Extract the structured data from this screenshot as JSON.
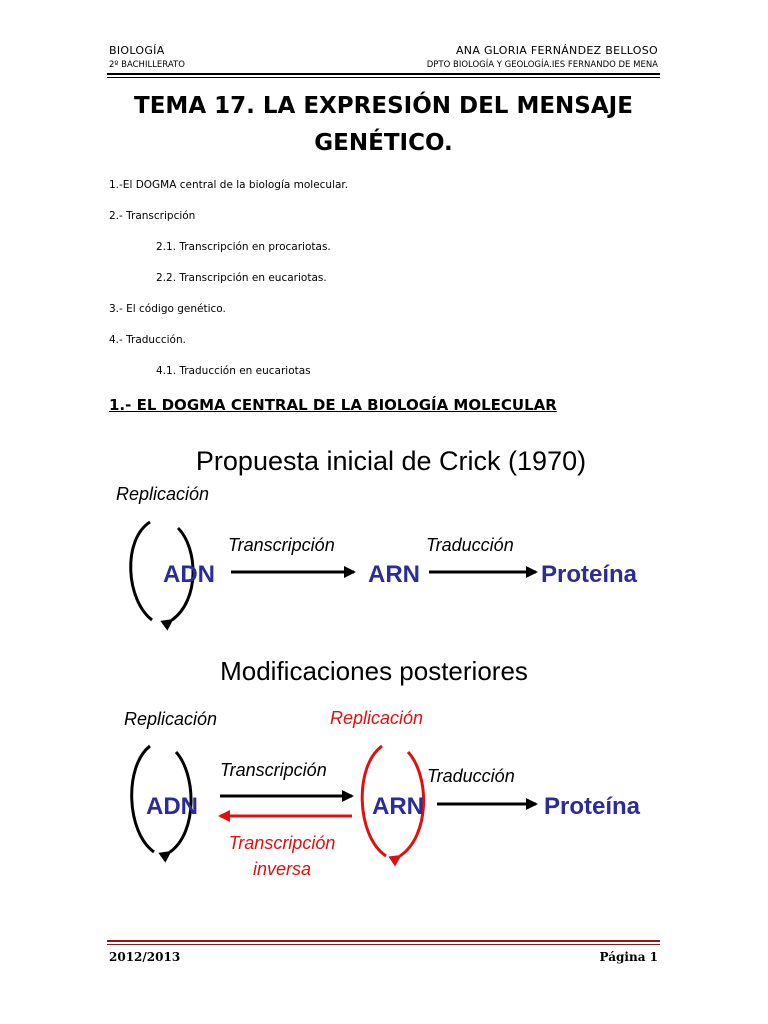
{
  "header": {
    "left_line1": "BIOLOGÍA",
    "left_line2": "2º BACHILLERATO",
    "right_line1": "ANA GLORIA FERNÁNDEZ BELLOSO",
    "right_line2": "DPTO BIOLOGÍA Y GEOLOGÍA.IES FERNANDO DE MENA"
  },
  "title": {
    "line1": "TEMA 17. LA EXPRESIÓN DEL MENSAJE",
    "line2": "GENÉTICO."
  },
  "toc": [
    "1.-El DOGMA central de la biología molecular.",
    "2.- Transcripción",
    "2.1. Transcripción en procariotas.",
    "2.2. Transcripción en eucariotas.",
    "3.- El código genético.",
    "4.- Traducción.",
    "4.1. Traducción en eucariotas"
  ],
  "section_heading": "1.- EL DOGMA CENTRAL DE LA BIOLOGÍA MOLECULAR",
  "diagram": {
    "top_title": "Propuesta inicial de Crick (1970)",
    "top_replicacion": "Replicación",
    "top_transcripcion": "Transcripción",
    "top_traduccion": "Traducción",
    "top_adn": "ADN",
    "top_arn": "ARN",
    "top_proteina": "Proteína",
    "bottom_title": "Modificaciones posteriores",
    "bottom_replicacion_adn": "Replicación",
    "bottom_replicacion_arn": "Replicación",
    "bottom_transcripcion": "Transcripción",
    "bottom_transcripcion_inversa_1": "Transcripción",
    "bottom_transcripcion_inversa_2": "inversa",
    "bottom_traduccion": "Traducción",
    "bottom_adn": "ADN",
    "bottom_arn": "ARN",
    "bottom_proteina": "Proteína",
    "colors": {
      "blue": "#2b2b9a",
      "red": "#e01010",
      "black": "#000000"
    }
  },
  "footer": {
    "left": "2012/2013",
    "right": "Página 1"
  }
}
